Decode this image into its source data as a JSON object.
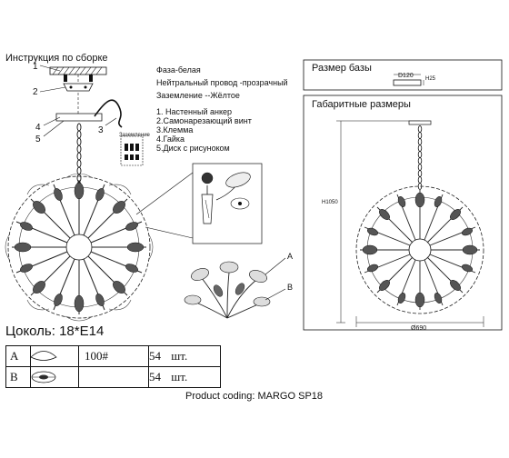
{
  "left_title": "Инструкция по сборке",
  "callouts": [
    "1",
    "2",
    "3",
    "4",
    "5"
  ],
  "wiring_labels": [
    "Фаза-белая",
    "Нейтральный провод -прозрачный",
    "Заземление --Жёлтое"
  ],
  "steps": [
    "1. Настенный анкер",
    "2.Самонарезающий винт",
    "3.Клемма",
    "4.Гайка",
    "5.Диск с рисунокoм"
  ],
  "terminal_label": "Заземление",
  "base_size": {
    "title": "Размер базы",
    "diameter": "D120",
    "height": "H25"
  },
  "overall": {
    "title": "Габаритные размеры",
    "height": "H1050",
    "diameter": "Ø690"
  },
  "detail_callouts": [
    "A",
    "B"
  ],
  "socket": {
    "label": "Цоколь:",
    "value": "18*E14"
  },
  "parts": [
    {
      "letter": "A",
      "code": "100#",
      "qty": "54",
      "unit": "шт.",
      "icon": "glass-leaf-icon"
    },
    {
      "letter": "B",
      "code": "",
      "qty": "54",
      "unit": "шт.",
      "icon": "crystal-disc-icon"
    }
  ],
  "product_coding": "Product coding: MARGO SP18"
}
